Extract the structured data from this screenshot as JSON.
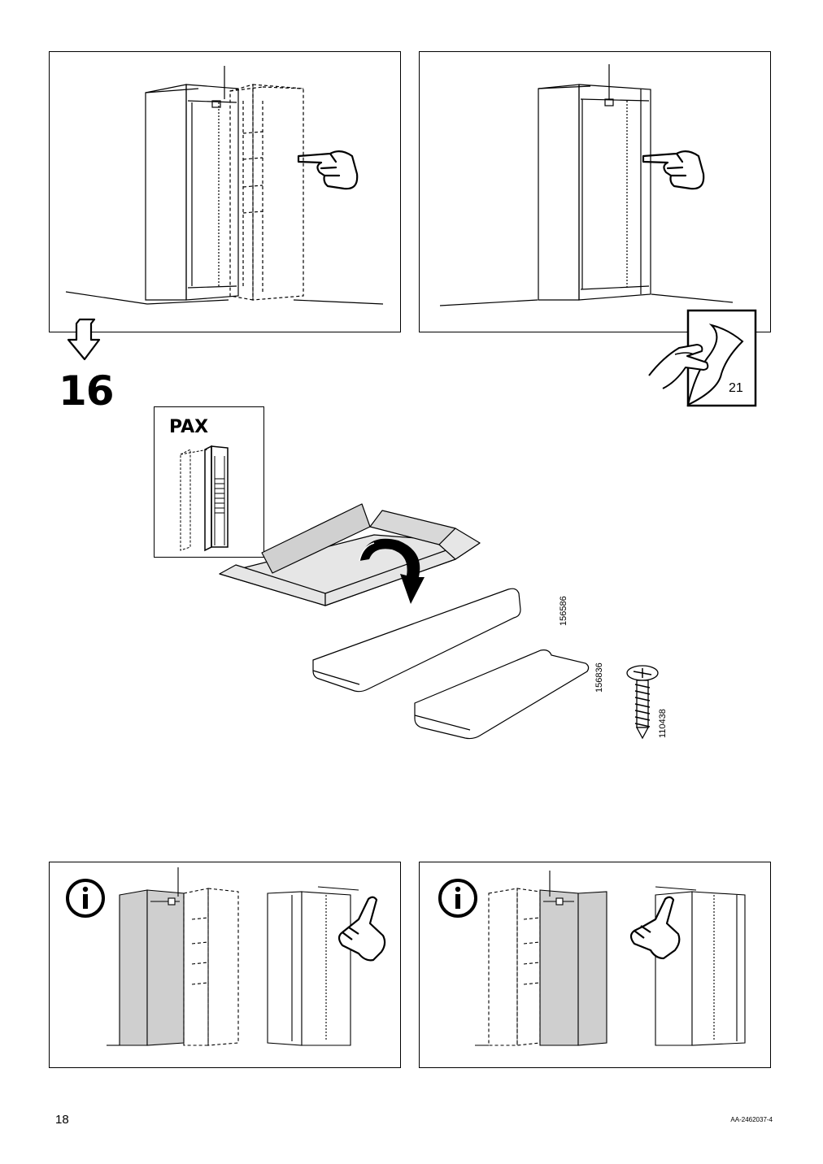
{
  "step": {
    "number": "16"
  },
  "inset": {
    "label": "PAX"
  },
  "parts": [
    {
      "code": "156586"
    },
    {
      "code": "156836"
    },
    {
      "code": "110438"
    }
  ],
  "page_turn": {
    "page_ref": "21"
  },
  "footer": {
    "page_number": "18",
    "doc_code": "AA-2462037-4"
  },
  "icons": {
    "info_left": "info-icon",
    "info_right": "info-icon",
    "pointing_hand": "pointing-hand-icon",
    "raised_finger": "raised-finger-icon",
    "page_turn": "page-turn-icon",
    "down_arrow": "down-arrow-icon",
    "rotate_arrow": "rotate-arrow-icon",
    "screw": "screw-icon"
  }
}
